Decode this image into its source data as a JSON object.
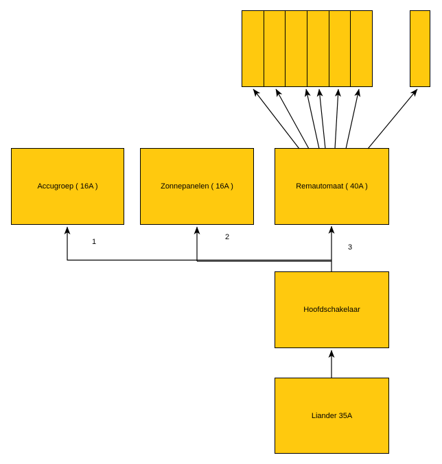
{
  "palette": {
    "shape_fill": "#FFC90E",
    "shape_border": "#000000",
    "wire_color": "#000000",
    "background": "#ffffff"
  },
  "nodes": {
    "accugroep": {
      "label": "Accugroep ( 16A )"
    },
    "zonnepanelen": {
      "label": "Zonnepanelen ( 16A )"
    },
    "remautomaat": {
      "label": "Remautomaat ( 40A )"
    },
    "hoofdschakelaar": {
      "label": "Hoofdschakelaar"
    },
    "liander": {
      "label": "Liander 35A"
    }
  },
  "edge_labels": {
    "one": "1",
    "two": "2",
    "three": "3"
  },
  "breakers": {
    "group_count": 6,
    "single_count": 1
  }
}
